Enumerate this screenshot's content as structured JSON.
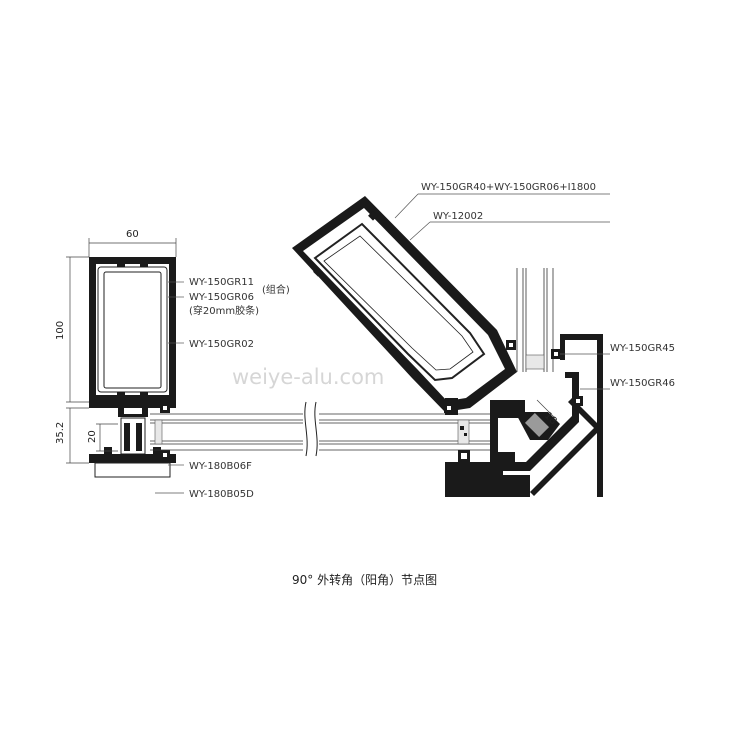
{
  "labels": {
    "left_top_1": "WY-150GR11",
    "left_top_1_note": "(组合)",
    "left_top_2": "WY-150GR06",
    "left_top_2_note": "(穿20mm胶条)",
    "left_mid": "WY-150GR02",
    "left_bottom_1": "WY-180B06F",
    "left_bottom_2": "WY-180B05D",
    "right_top_1": "WY-150GR40+WY-150GR06+I1800",
    "right_top_2": "WY-12002",
    "right_mid_1": "WY-150GR45",
    "right_mid_2": "WY-150GR46"
  },
  "dimensions": {
    "width_60": "60",
    "height_100": "100",
    "height_35_2": "35.2",
    "height_20": "20",
    "angle_18": "18"
  },
  "watermark": "weiye-alu.com",
  "caption": "90°  外转角（阳角）节点图"
}
